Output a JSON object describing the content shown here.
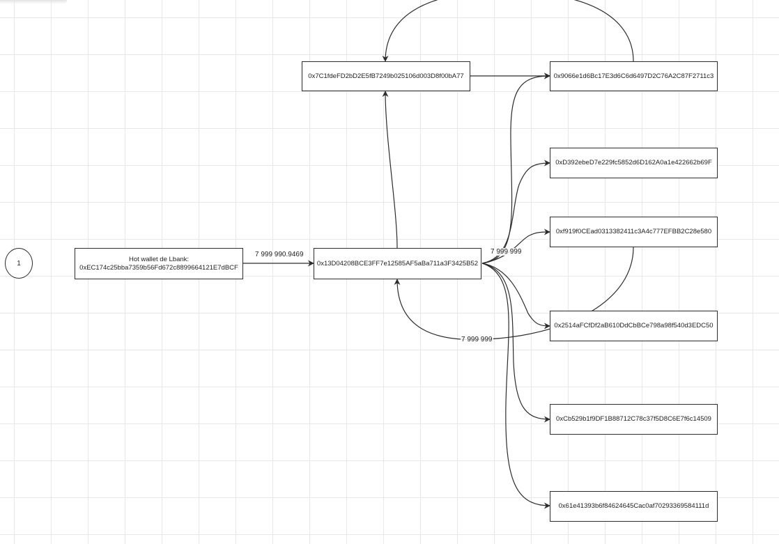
{
  "step_badge": "1",
  "nodes": {
    "hot_wallet": {
      "title": "Hot wallet de Lbank:",
      "address": "0xEC174c25bba7359b56Fd672c8899664121E7dBCF"
    },
    "hub": {
      "address": "0x13D04208BCE3FF7e12585AF5aBa711a3F3425B52"
    },
    "top_mid": {
      "address": "0x7C1fdeFD2bD2E5fB7249b025106d003D8f00bA77"
    },
    "right_1": {
      "address": "0x9066e1d6Bc17E3d6C6d6497D2C76A2C87F2711c3"
    },
    "right_2": {
      "address": "0xD392ebeD7e229fc5852d6D162A0a1e422662b69F"
    },
    "right_3": {
      "address": "0xf919f0CEad0313382411c3A4c777EFBB2C28e580"
    },
    "right_4": {
      "address": "0x2514aFCfDf2aB610DdCbBCe798a98f540d3EDC50"
    },
    "right_5": {
      "address": "0xCb529b1f9DF1B88712C78c37f5D8C6E7f6c14509"
    },
    "right_6": {
      "address": "0x61e41393b6f84624645Cac0af70293369584111d"
    }
  },
  "edge_labels": {
    "hot_to_hub": "7 999 990.9469",
    "hub_outgoing": "7 999 999",
    "return_to_hub": "7 999 999"
  },
  "colors": {
    "stroke": "#2b2b2b",
    "grid": "#e8e8e8",
    "background": "#ffffff"
  }
}
